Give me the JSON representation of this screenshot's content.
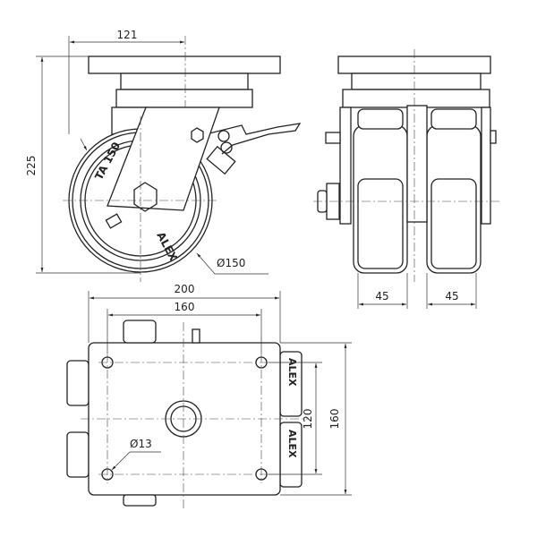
{
  "drawing": {
    "side_view": {
      "width_offset": "121",
      "height": "225",
      "wheel_diameter": "Ø150",
      "wheel_text_model": "TA 150",
      "wheel_text_brand": "ALEX"
    },
    "front_view": {
      "wheel_width_left": "45",
      "wheel_width_right": "45"
    },
    "bottom_view": {
      "plate_length": "200",
      "hole_spacing_length": "160",
      "hole_spacing_width": "120",
      "plate_width": "160",
      "hole_diameter": "Ø13",
      "wheel_text_1": "ALEX",
      "wheel_text_2": "ALEX"
    }
  }
}
